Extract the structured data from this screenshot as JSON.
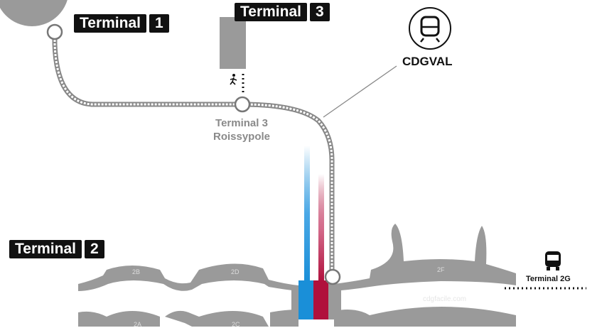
{
  "terminals": {
    "t1": {
      "name": "Terminal",
      "number": "1"
    },
    "t3": {
      "name": "Terminal",
      "number": "3"
    },
    "t2": {
      "name": "Terminal",
      "number": "2"
    }
  },
  "stations": {
    "roissypole": {
      "line1": "Terminal 3",
      "line2": "Roissypole"
    }
  },
  "cdgval": {
    "label": "CDGVAL",
    "icon": "train-icon"
  },
  "shuttle": {
    "label": "Terminal 2G",
    "icon": "bus-icon"
  },
  "halls": [
    "2B",
    "2D",
    "2F",
    "2A",
    "2C"
  ],
  "watermark": "cdgfacile.com",
  "colors": {
    "track": "#8a8a8a",
    "building": "#9a9a9a",
    "rer": "#1a8fd8",
    "tgv": "#b0103c",
    "label_bg": "#111111"
  }
}
